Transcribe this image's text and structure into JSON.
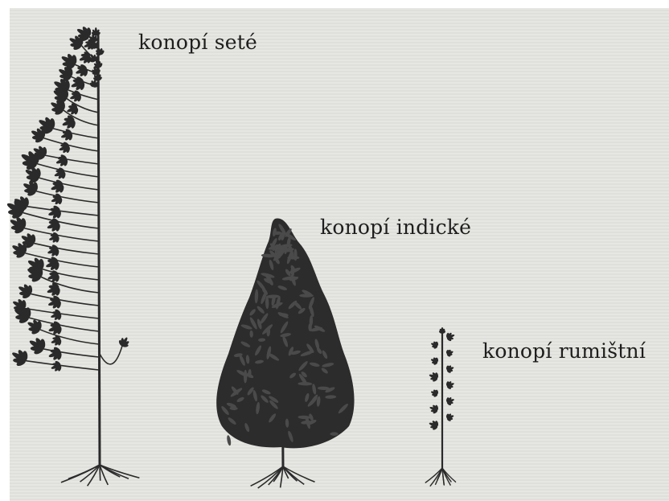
{
  "labels": {
    "sativa": "konopí seté",
    "indica": "konopí indické",
    "ruderalis": "konopí rumištní"
  },
  "colors": {
    "background": "#e3e3df",
    "plant": "#2a2a2a",
    "text": "#1e1e1e"
  }
}
